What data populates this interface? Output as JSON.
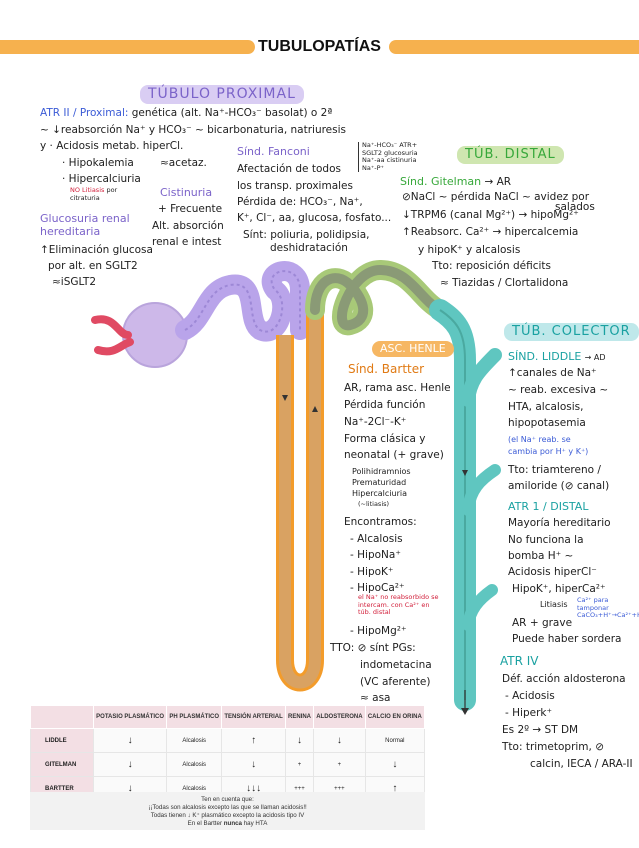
{
  "title": "TUBULOPATÍAS",
  "proximal": {
    "heading": "TÚBULO PROXIMAL",
    "atr2_title": "ATR II / Proximal:",
    "atr2_l1": "genética (alt. Na⁺-HCO₃⁻ basolat) o 2ª",
    "atr2_l2": "~ ↓reabsorción  Na⁺ y HCO₃⁻ ~ bicarbonaturia, natriuresis",
    "atr2_l3": "y  · Acidosis metab. hiperCl.",
    "atr2_l4": "· Hipokalemia",
    "atr2_l4b": "≈acetaz.",
    "atr2_l5": "· Hipercalciuria",
    "atr2_l5_note_red": "NO Litiasis",
    "atr2_l5_note": " por citraturia",
    "glucosuria_title": "Glucosuria renal hereditaria",
    "glucosuria_l1": "↑Eliminación glucosa",
    "glucosuria_l2": "por alt. en SGLT2",
    "glucosuria_l3": "≈iSGLT2",
    "cistinuria_title": "Cistinuria",
    "cistinuria_l1": "+ Frecuente",
    "cistinuria_l2": "Alt. absorción",
    "cistinuria_l3": "renal e intest",
    "fanconi_title": "Sínd. Fanconi",
    "fanconi_l1": "Afectación de todos",
    "fanconi_l2": "los transp. proximales",
    "fanconi_l3": "Pérdida de: HCO₃⁻, Na⁺,",
    "fanconi_l4": "K⁺, Cl⁻, aa, glucosa, fosfato...",
    "fanconi_l5": "Sínt: poliuria, polidipsia,",
    "fanconi_l6": "deshidratación",
    "fanconi_box": [
      "Na⁺-HCO₃⁻ ATR+",
      "SGLT2 glucosuria",
      "Na⁺-aa cistinuria",
      "Na⁺-P⁺"
    ]
  },
  "distal": {
    "heading": "TÚB. DISTAL",
    "gitelman_title": "Sínd. Gitelman",
    "gitelman_title_b": "→ AR",
    "g_l1": "⊘NaCl ~ pérdida NaCl ~ avidez por",
    "g_l1b": "salados",
    "g_l2": "↓TRPM6 (canal Mg²⁺) → hipoMg²⁺",
    "g_l3": "↑Reabsorc. Ca²⁺ → hipercalcemia",
    "g_l4": "y  hipoK⁺  y alcalosis",
    "g_l5": "Tto: reposición déficits",
    "g_l6": "≈ Tiazidas / Clortalidona"
  },
  "henle": {
    "heading": "ASC. HENLE",
    "bartter_title": "Sínd. Bartter",
    "b_l1": "AR, rama asc. Henle",
    "b_l2": "Pérdida función",
    "b_l3": "Na⁺-2Cl⁻-K⁺",
    "b_l4": "Forma clásica y",
    "b_l5": "neonatal (+ grave)",
    "b_l6": "Polihidramnios",
    "b_l7": "Prematuridad",
    "b_l8": "Hipercalciuria",
    "b_l9": "(~litiasis)",
    "b_l10": "Encontramos:",
    "b_l11": "- Alcalosis",
    "b_l12": "- HipoNa⁺",
    "b_l13": "- HipoK⁺",
    "b_l14": "- HipoCa²⁺",
    "b_l14_note": "el Na⁺ no reabsorbido se intercam. con Ca²⁺ en túb. distal",
    "b_l15": "- HipoMg²⁺",
    "b_l16": "TTO: ⊘ sínt PGs:",
    "b_l17": "indometacina",
    "b_l18": "(VC aferente)",
    "b_l19": "≈ asa"
  },
  "collector": {
    "heading": "TÚB. COLECTOR",
    "liddle_title": "SÍND. LIDDLE",
    "liddle_title_b": "→ AD",
    "l_l1": "↑canales de Na⁺",
    "l_l2": "~ reab. excesiva ~",
    "l_l3": "HTA, alcalosis,",
    "l_l4": "hipopotasemia",
    "l_l5": "(el Na⁺ reab. se",
    "l_l6": "cambia por H⁺ y K⁺)",
    "l_l7": "Tto: triamtereno /",
    "l_l8": "amiloride (⊘ canal)",
    "atr1_title": "ATR 1 / DISTAL",
    "a1_l1": "Mayoría hereditario",
    "a1_l2": "No funciona la",
    "a1_l3": "bomba H⁺ ~",
    "a1_l4": "Acidosis hiperCl⁻",
    "a1_l5": "HipoK⁺, hiperCa²⁺",
    "a1_l6": "Litiasis",
    "a1_l6_note": "Ca²⁺ para tamponar CaCO₃+H⁺→Ca²⁺+HCO₃⁻",
    "a1_l7": "AR + grave",
    "a1_l8": "Puede haber sordera",
    "atr4_title": "ATR IV",
    "a4_l1": "Déf. acción aldosterona",
    "a4_l2": "- Acidosis",
    "a4_l3": "- Hiperk⁺",
    "a4_l4": "Es 2º → ST DM",
    "a4_l5": "Tto: trimetoprim, ⊘",
    "a4_l6": "calcin, IECA / ARA-II"
  },
  "table": {
    "headers": [
      "",
      "POTASIO PLASMÁTICO",
      "PH PLASMÁTICO",
      "TENSIÓN ARTERIAL",
      "RENINA",
      "ALDOSTERONA",
      "CALCIO EN ORINA"
    ],
    "rows": [
      [
        "LIDDLE",
        "↓",
        "Alcalosis",
        "↑",
        "↓",
        "↓",
        "Normal"
      ],
      [
        "GITELMAN",
        "↓",
        "Alcalosis",
        "↓",
        "+",
        "+",
        "↓"
      ],
      [
        "BARTTER",
        "↓",
        "Alcalosis",
        "↓↓↓",
        "+++",
        "+++",
        "↑"
      ]
    ]
  },
  "note": {
    "l1": "Ten en cuenta que:",
    "l2": "¡¡Todas son alcalosis excepto las que se llaman acidosis!!",
    "l3": "Todas tienen ↓ K⁺ plasmático excepto la acidosis tipo IV",
    "l4_a": "En el Bartter ",
    "l4_b": "nunca",
    "l4_c": " hay HTA"
  },
  "colors": {
    "title_bar": "#f6b14e",
    "proximal": "#b9a4ea",
    "henle": "#f0a040",
    "distal": "#a8c978",
    "collector": "#5fc6c0"
  }
}
